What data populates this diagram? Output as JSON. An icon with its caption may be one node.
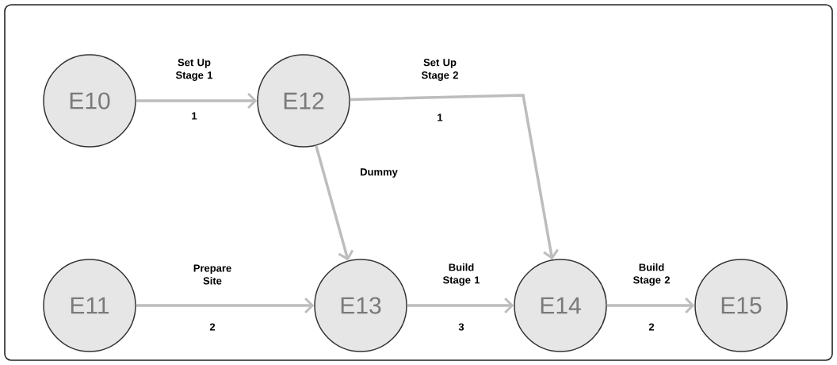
{
  "diagram": {
    "nodes": [
      {
        "text": [
          "E10"
        ]
      },
      {
        "text": [
          "E12"
        ]
      },
      {
        "text": [
          "E11"
        ]
      },
      {
        "text": [
          "E13"
        ]
      },
      {
        "text": [
          "E14"
        ]
      },
      {
        "text": [
          "E15"
        ]
      }
    ],
    "edges": [
      {
        "from": 0,
        "to": 1,
        "arrow": "to",
        "label": "Set Up Stage 1"
      },
      {
        "from": 1,
        "to": 4,
        "arrow": "to",
        "label": "Set Up Stage 2"
      },
      {
        "from": 1,
        "to": 3,
        "arrow": "to",
        "label": "Dummy"
      },
      {
        "from": 2,
        "to": 3,
        "arrow": "to",
        "label": "Prepare Site"
      },
      {
        "from": 3,
        "to": 4,
        "arrow": "to",
        "label": "Build Stage 1"
      },
      {
        "from": 4,
        "to": 5,
        "arrow": "to",
        "label": "Build Stage 2"
      }
    ],
    "labels": [
      "1",
      "1",
      "2",
      "3",
      "2"
    ]
  }
}
